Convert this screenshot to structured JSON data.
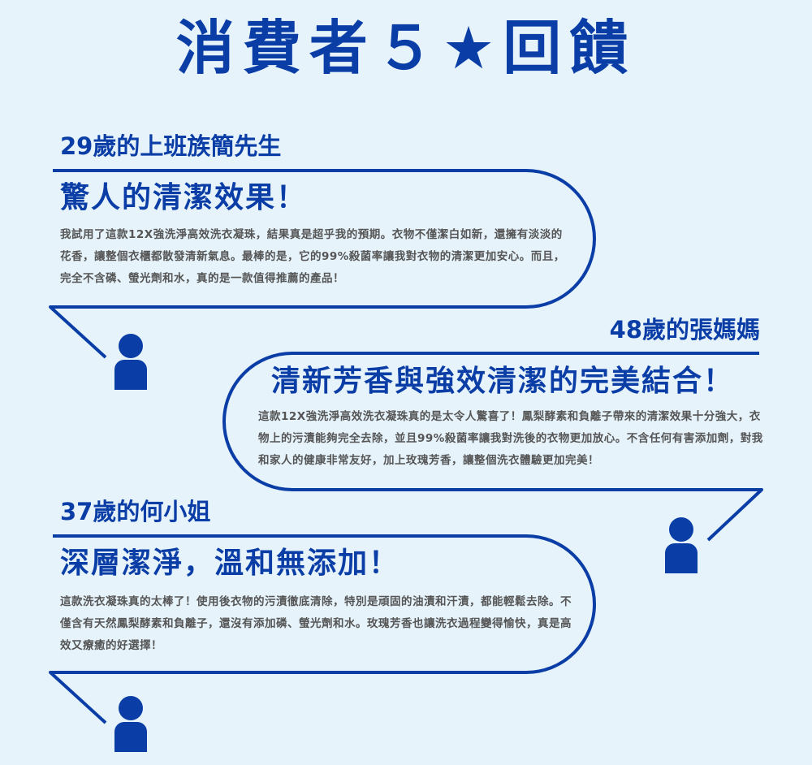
{
  "title": "消費者５★回饋",
  "colors": {
    "accent": "#0a3da6",
    "background": "#e6f3fb",
    "body_text": "#555555"
  },
  "testimonials": [
    {
      "name": "29歲的上班族簡先生",
      "headline": "驚人的清潔效果！",
      "body": "我試用了這款12X強洗淨高效洗衣凝珠，結果真是超乎我的預期。衣物不僅潔白如新，還擁有淡淡的花香，讓整個衣櫃都散發清新氣息。最棒的是，它的99%殺菌率讓我對衣物的清潔更加安心。而且，完全不含磷、螢光劑和水，真的是一款值得推薦的產品！",
      "avatar_icon": "person-icon"
    },
    {
      "name": "48歲的張媽媽",
      "headline": "清新芳香與強效清潔的完美結合！",
      "body": "這款12X強洗淨高效洗衣凝珠真的是太令人驚喜了！鳳梨酵素和負離子帶來的清潔效果十分強大，衣物上的污漬能夠完全去除，並且99%殺菌率讓我對洗後的衣物更加放心。不含任何有害添加劑，對我和家人的健康非常友好，加上玫瑰芳香，讓整個洗衣體驗更加完美！",
      "avatar_icon": "person-icon"
    },
    {
      "name": "37歲的何小姐",
      "headline": "深層潔淨，溫和無添加！",
      "body": "這款洗衣凝珠真的太棒了！使用後衣物的污漬徹底清除，特別是頑固的油漬和汗漬，都能輕鬆去除。不僅含有天然鳳梨酵素和負離子，還沒有添加磷、螢光劑和水。玫瑰芳香也讓洗衣過程變得愉快，真是高效又療癒的好選擇！",
      "avatar_icon": "person-icon"
    }
  ]
}
